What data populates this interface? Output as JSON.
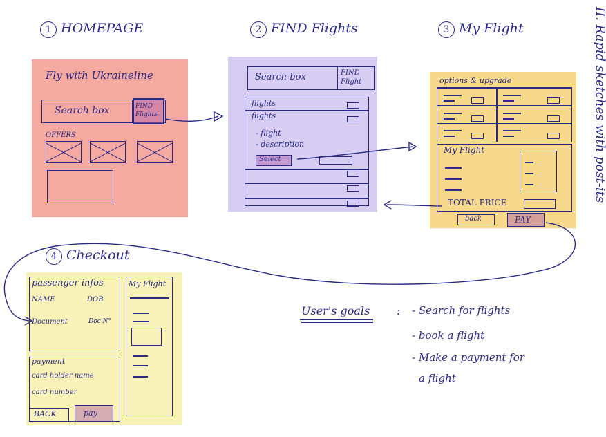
{
  "sections": {
    "homepage": {
      "number": "1",
      "title": "HOMEPAGE"
    },
    "find_flights": {
      "number": "2",
      "title": "FIND Flights"
    },
    "my_flight": {
      "number": "3",
      "title": "My Flight"
    },
    "checkout": {
      "number": "4",
      "title": "Checkout"
    }
  },
  "side_title": "II. Rapid sketches with post-its",
  "homepage": {
    "tagline": "Fly with Ukraineline",
    "search_box": "Search box",
    "find_button": "FIND Flights",
    "offers_label": "OFFERS"
  },
  "find_flights": {
    "search_box": "Search box",
    "find_button": "FIND Flight",
    "row1": "flights",
    "row2": "flights",
    "item1": "- flight",
    "item2": "- description",
    "select_button": "Select"
  },
  "my_flight": {
    "options_label": "options & upgrade",
    "my_flight_label": "My Flight",
    "total_price": "TOTAL PRICE",
    "back_button": "back",
    "pay_button": "PAY"
  },
  "checkout": {
    "passenger_label": "passenger infos",
    "name_label": "NAME",
    "dob_label": "DOB",
    "document_label": "Document",
    "doc_no_label": "Doc N°",
    "my_flight_label": "My Flight",
    "payment_label": "payment",
    "card_holder": "card holder name",
    "card_number": "card number",
    "back_button": "BACK",
    "pay_button": "pay"
  },
  "goals": {
    "heading": "User's goals",
    "separator": ":",
    "items": [
      "- Search for flights",
      "- book a flight",
      "- Make a payment for",
      "a flight"
    ]
  },
  "colors": {
    "ink": "#2b2b86",
    "homepage_note": "#f4a9a1",
    "find_note": "#d7ccf2",
    "myflight_note": "#f6d98a",
    "checkout_note": "#f8f1b8"
  }
}
